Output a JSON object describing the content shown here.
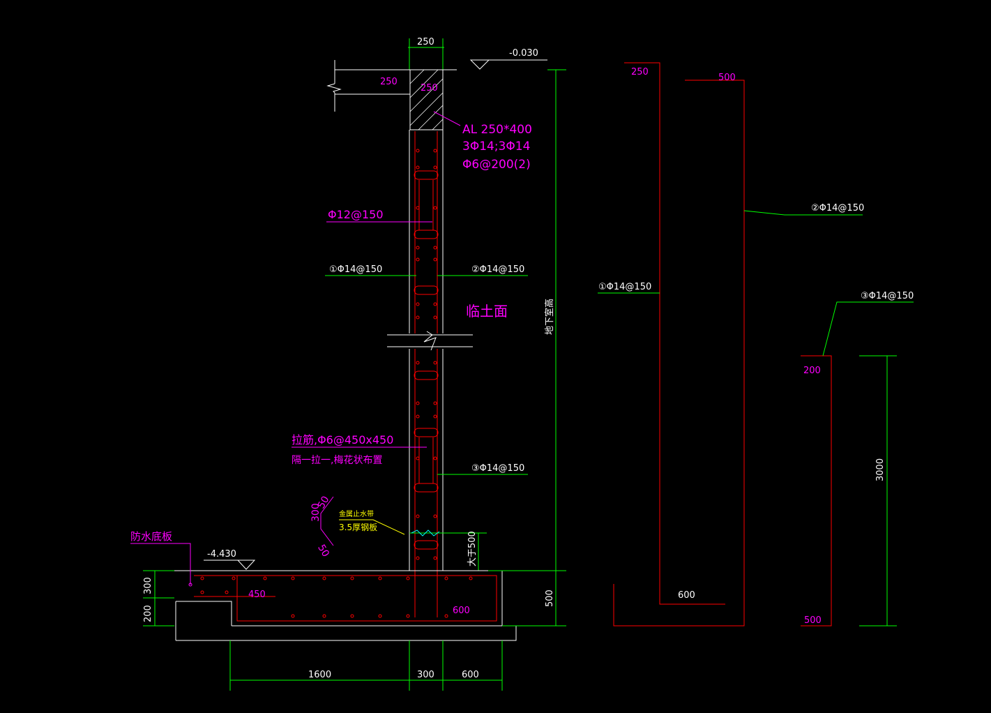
{
  "colors": {
    "background": "#000000",
    "concrete": "#ffffff",
    "dimension": "#00ff00",
    "rebar": "#ff0000",
    "annotation": "#ff00ff",
    "note": "#ffff00"
  },
  "section": {
    "top_wall_width": "250",
    "top_elevation": "-0.030",
    "slab_thickness": "250",
    "beam_width": "250",
    "beam_label": "AL 250*400",
    "beam_rebar": "3Φ14;3Φ14",
    "beam_stirrup": "Φ6@200(2)",
    "horizontal_bar": "Φ12@150",
    "bar1_left": "①Φ14@150",
    "bar2_right": "②Φ14@150",
    "earth_face": "临土面",
    "tie_bar_line1": "拉筋,Φ6@450x450",
    "tie_bar_line2": "隔一拉一,梅花状布置",
    "bar3_right": "③Φ14@150",
    "waterstop_line1": "金属止水带",
    "waterstop_line2": "3.5厚钢板",
    "waterstop_dim_top": "50",
    "waterstop_dim_mid": "300",
    "waterstop_dim_bot": "50",
    "waterstop_height": "大于500",
    "waterproof_label": "防水底板",
    "bottom_elevation": "-4.430",
    "footing_dim_300": "300",
    "footing_dim_200": "200",
    "footing_dim_450": "450",
    "footing_dim_600_inner": "600",
    "wall_height_label": "地下室高",
    "footing_height": "500",
    "bottom_dim_1600": "1600",
    "bottom_dim_300": "300",
    "bottom_dim_600": "600"
  },
  "bar_details": {
    "bar1_top": "250",
    "bar1_label": "①Φ14@150",
    "bar1_bottom": "600",
    "bar2_top": "500",
    "bar2_label": "②Φ14@150",
    "bar3_label": "③Φ14@150",
    "bar3_top": "200",
    "bar3_bottom": "500",
    "bar3_height": "3000"
  }
}
